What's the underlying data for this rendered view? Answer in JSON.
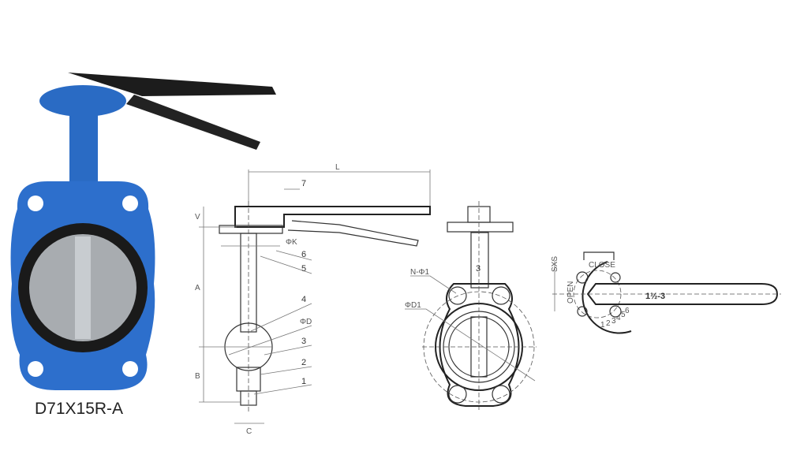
{
  "product": {
    "model": "D71X15R-A",
    "body_color": "#2a6bc4",
    "handle_color": "#1c1c1c"
  },
  "section_view": {
    "dimension_labels": {
      "L": "L",
      "V": "V",
      "A": "A",
      "B": "B",
      "C": "C",
      "K": "ΦK",
      "D": "ΦD"
    },
    "part_numbers": [
      "7",
      "6",
      "5",
      "4",
      "3",
      "2",
      "1"
    ]
  },
  "front_view": {
    "labels": {
      "holes": "N-Φ1",
      "bolt_circle": "ΦD1"
    },
    "body_marking": "3"
  },
  "top_view": {
    "dimension_label": "SXS",
    "handle_marking": "1½-3",
    "open_label": "OPEN",
    "close_label": "CLOSE",
    "scale_numbers": [
      "1",
      "2",
      "3",
      "4",
      "5",
      "6"
    ]
  }
}
